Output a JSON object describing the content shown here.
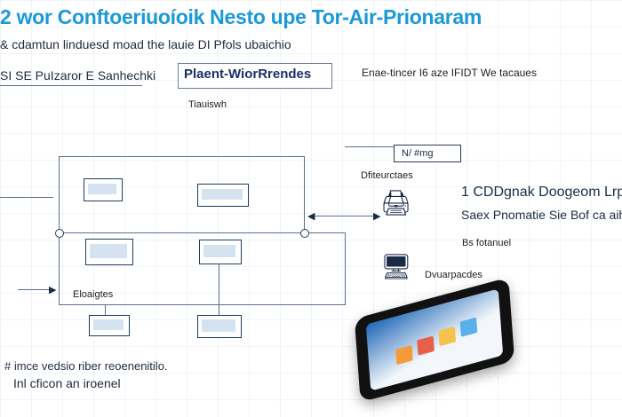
{
  "header": {
    "title": "2 wor Conftoeriuoíoik Nesto upe Tor-Air-Prionaram",
    "subtitle": "& cdamtun linduesd moad the lauie DI Pfols ubaichio"
  },
  "top": {
    "left_label": "SI SE PuIzaror E Sanhechki",
    "panel_label": "Plaent-WiorRrendes",
    "right_label": "Enae-tincer I6 aze IFIDT We tacaues",
    "small_label": "Tiauiswh"
  },
  "diagram": {
    "tag_label": "N/ #mg",
    "node_label_1": "Dfiteurctaes",
    "node_label_2": "Dvuarpacdes",
    "node_label_3": "Bs fotanuel",
    "box_caption": "Eloaigtes"
  },
  "tech": {
    "title": "1 CDDgnak Doogeom Lrp",
    "subtitle": "Saex Pnomatie Sie Bof ca aiheriy"
  },
  "footer": {
    "line1": "# imce vedsio riber reoenenitilo.",
    "line2": "Inl cficon an iroenel"
  },
  "colors": {
    "title": "#1b9ad6",
    "line": "#1f3c5c",
    "panel_fill": "#d5e3f1"
  }
}
